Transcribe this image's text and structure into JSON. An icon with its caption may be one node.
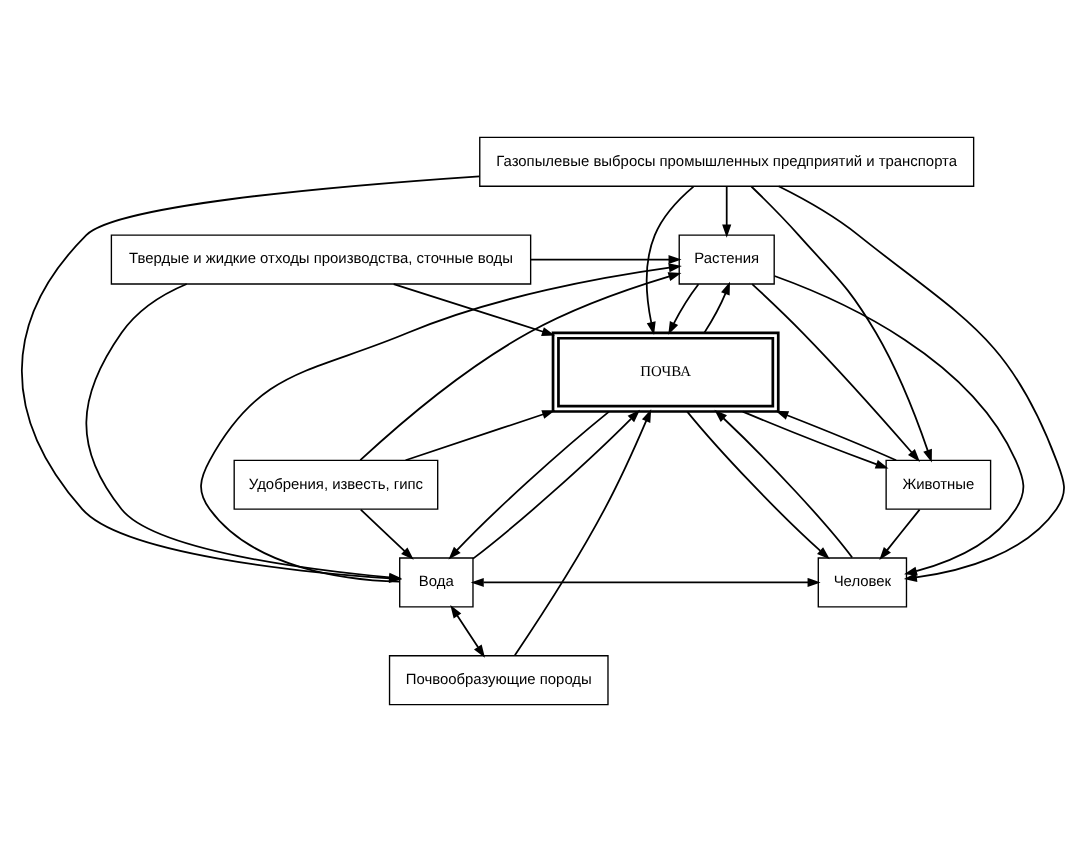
{
  "diagram": {
    "nodes": [
      {
        "text": [
          "Газопылевые выбросы промышленных предприятий и транспорта"
        ]
      },
      {
        "text": [
          "Твердые и жидкие отходы производства, сточные воды"
        ]
      },
      {
        "text": [
          "Растения"
        ]
      },
      {
        "text": [
          "ПОЧВА"
        ]
      },
      {
        "text": [
          "Удобрения, известь, гипс"
        ]
      },
      {
        "text": [
          "Животные"
        ]
      },
      {
        "text": [
          "Вода"
        ]
      },
      {
        "text": [
          "Человек"
        ]
      },
      {
        "text": [
          "Почвообразующие породы"
        ]
      }
    ],
    "edges": [
      {
        "from": 0,
        "to": 3,
        "arrow": "to"
      },
      {
        "from": 0,
        "to": 2,
        "arrow": "to"
      },
      {
        "from": 0,
        "to": 6,
        "arrow": "to"
      },
      {
        "from": 0,
        "to": 7,
        "arrow": "to"
      },
      {
        "from": 0,
        "to": 5,
        "arrow": "to"
      },
      {
        "from": 1,
        "to": 3,
        "arrow": "to"
      },
      {
        "from": 1,
        "to": 2,
        "arrow": "to"
      },
      {
        "from": 1,
        "to": 6,
        "arrow": "to"
      },
      {
        "from": 2,
        "to": 5,
        "arrow": "to"
      },
      {
        "from": 2,
        "to": 3,
        "arrow": "to"
      },
      {
        "from": 3,
        "to": 2,
        "arrow": "to"
      },
      {
        "from": 4,
        "to": 3,
        "arrow": "to"
      },
      {
        "from": 4,
        "to": 2,
        "arrow": "to"
      },
      {
        "from": 4,
        "to": 6,
        "arrow": "to"
      },
      {
        "from": 5,
        "to": 7,
        "arrow": "to"
      },
      {
        "from": 5,
        "to": 3,
        "arrow": "to"
      },
      {
        "from": 3,
        "to": 5,
        "arrow": "to"
      },
      {
        "from": 6,
        "to": 3,
        "arrow": "to"
      },
      {
        "from": 3,
        "to": 6,
        "arrow": "to"
      },
      {
        "from": 6,
        "to": 7,
        "arrow": "both"
      },
      {
        "from": 7,
        "to": 3,
        "arrow": "to"
      },
      {
        "from": 3,
        "to": 7,
        "arrow": "to"
      },
      {
        "from": 2,
        "to": 7,
        "arrow": "to"
      },
      {
        "from": 6,
        "to": 2,
        "arrow": "to"
      },
      {
        "from": 8,
        "to": 3,
        "arrow": "to"
      },
      {
        "from": 6,
        "to": 8,
        "arrow": "both"
      }
    ]
  }
}
